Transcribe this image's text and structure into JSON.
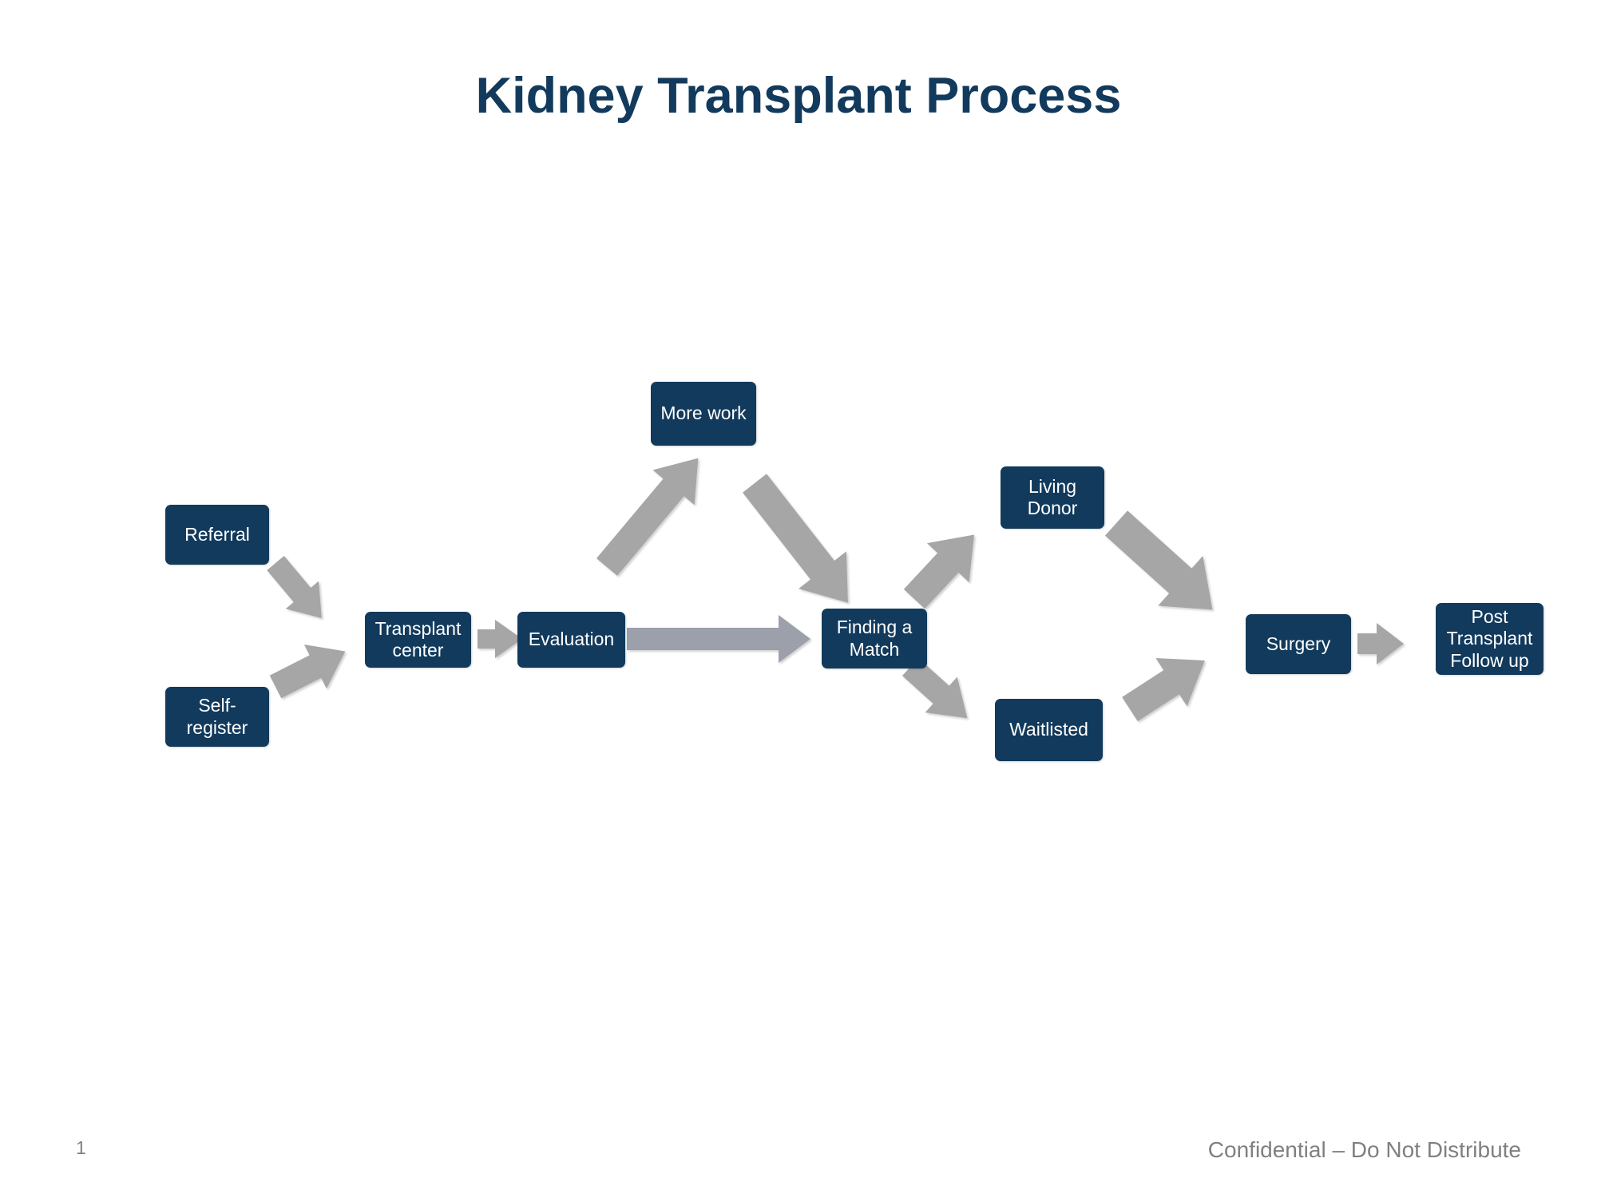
{
  "slide": {
    "title": "Kidney Transplant Process",
    "background_color": "#FFFFFF",
    "node_color": "#123A5C",
    "node_text_color": "#FFFFFF",
    "arrow_color": "#A6A6A6",
    "arrow_shaft_color": "#9BA0AA",
    "title_color": "#123A5C"
  },
  "nodes": [
    {
      "id": "referral",
      "label": "Referral"
    },
    {
      "id": "self-register",
      "label": "Self-\nregister"
    },
    {
      "id": "transplant-center",
      "label": "Transplant\ncenter"
    },
    {
      "id": "evaluation",
      "label": "Evaluation"
    },
    {
      "id": "more-work",
      "label": "More work"
    },
    {
      "id": "finding-a-match",
      "label": "Finding a\nMatch"
    },
    {
      "id": "living-donor",
      "label": "Living\nDonor"
    },
    {
      "id": "waitlisted",
      "label": "Waitlisted"
    },
    {
      "id": "surgery",
      "label": "Surgery"
    },
    {
      "id": "post-transplant-follow-up",
      "label": "Post\nTransplant\nFollow up"
    }
  ],
  "connections": [
    {
      "from": "referral",
      "to": "transplant-center"
    },
    {
      "from": "self-register",
      "to": "transplant-center"
    },
    {
      "from": "transplant-center",
      "to": "evaluation"
    },
    {
      "from": "evaluation",
      "to": "more-work"
    },
    {
      "from": "more-work",
      "to": "finding-a-match"
    },
    {
      "from": "evaluation",
      "to": "finding-a-match"
    },
    {
      "from": "finding-a-match",
      "to": "living-donor"
    },
    {
      "from": "finding-a-match",
      "to": "waitlisted"
    },
    {
      "from": "living-donor",
      "to": "surgery"
    },
    {
      "from": "waitlisted",
      "to": "surgery"
    },
    {
      "from": "surgery",
      "to": "post-transplant-follow-up"
    }
  ],
  "footer": {
    "page_number": "1",
    "confidential": "Confidential – Do Not Distribute"
  }
}
